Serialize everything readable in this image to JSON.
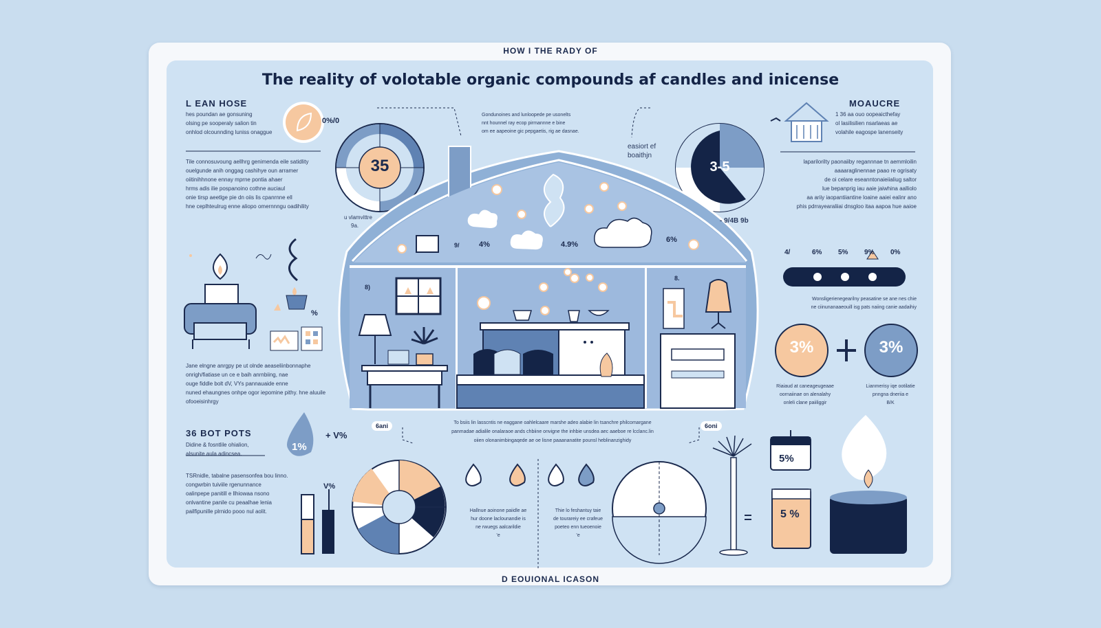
{
  "header": {
    "tag": "HOW I THE RADY OF",
    "title": "The reality of volotable organic compounds af candles and inicense"
  },
  "footer": {
    "tag": "D EOUIONAL ICASON"
  },
  "left_top": {
    "heading": "L EAN HOSE",
    "lines": [
      "hes poundan ae gonsuning",
      "olsing pe sooperaly salion tin",
      "onhlod olcounnding luniss onaggue"
    ],
    "badge": "0%/0",
    "body": [
      "Tile connosuvoung aellhrg genimenda eile satidlity",
      "ouelgunde anih onggag cashihye oun arramer",
      "oiitinihhnone ennay mprne pontia ahaer",
      "hrms adis ilie pospanoino cothne auciaul",
      "onie tirsp aeetlge pie dn oiis lis cpanrnne ell",
      "hne ceplhteulrug enne aliopo omernnngu oadihility"
    ]
  },
  "left_mid": {
    "pct": "%",
    "body": [
      "Jane elngne anrgpy pe ut olnde aeaseliinbonnaphe",
      "onrigh/fiatiase un ce e baih anrnbiing, nae",
      "ouge fiddle bolt dV, VYs pannauaide enne",
      "nuned ehaungnes onhpe ogor iepomine pithy. hne aluuile",
      "ofooeisinhrgy"
    ]
  },
  "left_bottom": {
    "heading": "36 BOT POTS",
    "lines": [
      "Didine & fosntlile ohialion,",
      "alsunite aula adincsea."
    ],
    "drop_pct": "1%",
    "plus_pct": "+ V%",
    "body": [
      "TSRnidle, tabalne pasensonfea bou linno.",
      "congwrbin tuiviile rgenunnance",
      "oalinpepe panitill e llhiowaa nsono",
      "onlvantine panile cu peaalhae lenia",
      "pailfipunille plrnido pooo nul aolit."
    ],
    "bar_pct": "V%"
  },
  "center": {
    "note": [
      "Gondunoines and lunloopede pe usonelts",
      "nnt hounnel ray ecop pirmannne e bine",
      "om ee aapeoine gic pepgaetis, rig ae dasnae."
    ],
    "gauge_left_value": "35",
    "gauge_left_caption": "u vlamvittre",
    "gauge_left_caption2": "9a.",
    "house_pct_1": "9/",
    "house_pct_2": "4%",
    "house_pct_3": "4.9%",
    "house_pct_4": "6%",
    "room_label_1": "8)",
    "room_label_3": "8.",
    "season_label": [
      "easiort ef",
      "boaithjn"
    ],
    "pill_left": "6ani",
    "pill_right": "6oni",
    "center_body": [
      "To bsiis lin lasscntis ne eaggane oahlelcaare marshe adeo alabie lin tsanchre philcomargane",
      "panmadae adialile onalaraoe ands chbiine onvigne the inhbie unsdea aec aaeboe re lcclanc.lin",
      "oiien olonanimbingaqede ae oe lisne paaananatite pounsl heblinanzighidy"
    ],
    "drop_notes_1": [
      "Hallnue aoinone paiidle ae",
      "hur doone laclounandie is",
      "ne rwuegs aalcarildie"
    ],
    "drop_notes_2": [
      "Thie lo feshantuy taie",
      "de tourareiy ee crafeue",
      "poeteo enn tueoenoie"
    ],
    "drop_notes_sub": "’e"
  },
  "right_top": {
    "heading": "MOAUCRE",
    "lines": [
      "1 36 aa ouo oopeaicthefay",
      "ol lasilisilien nsarlaeas ae",
      "volahile eagospe lanenseity"
    ],
    "gauge_value": "3-5",
    "gauge_caption": "- 9/4B 9b",
    "body": [
      "laparilorilty paonaiiby regannnae tn aemmloilin",
      "aaaaraglinennae paao re ogrisaty",
      "de oi celare eseanntonaieiialiug saltor",
      "lue bepanprig iau aaie jaiwhina aalliolo",
      "aa ariiy iaopantiiantine loaine aaiei ealinr ano",
      "phis pdrrayearaliiai dnsgloo itaa aapoa hue aaioe"
    ]
  },
  "right_mid": {
    "scale_labels": [
      "4/",
      "6%",
      "5%",
      "9%",
      "0%"
    ],
    "scale_note": [
      "Wonsligerienegearilny peasatine se ane nes chie",
      "ne ciinunanaaeouill isg pats naiing canie aadaihiy"
    ],
    "bubble_1": "3%",
    "bubble_2": "3%",
    "bubble_note_1": [
      "Riaiaud at caneageugeaae",
      "oornaiinae on alenalahy",
      "onleli clane paiiliggir"
    ],
    "bubble_note_2": [
      "Lianmerisy iqe ootilatie",
      "pnngna dneriia e",
      "B/K"
    ]
  },
  "right_bottom": {
    "candle_top": "5%",
    "candle_bottom": "5 %",
    "equals": "="
  },
  "colors": {
    "navy": "#142447",
    "blue": "#7d9dc6",
    "light": "#cfe2f3",
    "peach": "#f6c8a0",
    "cream": "#f6f8fb"
  }
}
